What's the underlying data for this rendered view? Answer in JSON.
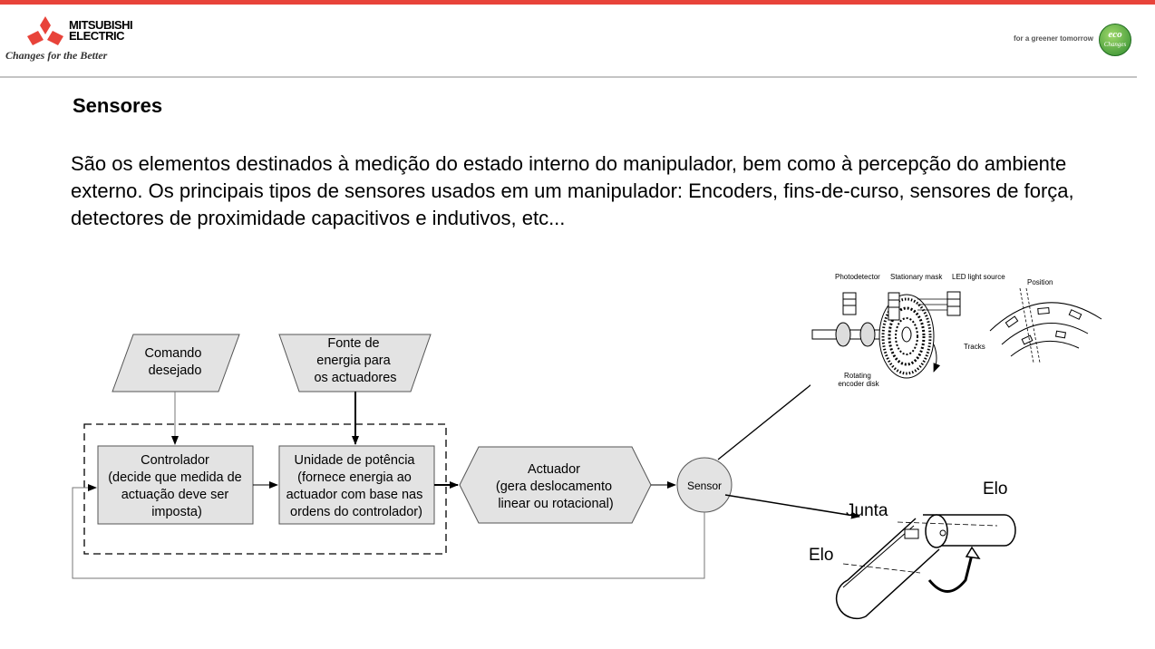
{
  "header": {
    "brand_line1": "MITSUBISHI",
    "brand_line2": "ELECTRIC",
    "tagline": "Changes for the Better",
    "eco_slogan": "for a greener tomorrow",
    "eco_badge_line1": "eco",
    "eco_badge_line2": "Changes"
  },
  "slide": {
    "title": "Sensores",
    "body": "São os elementos destinados à medição do estado interno do manipulador, bem como à percepção do ambiente externo. Os principais tipos de sensores usados em um manipulador: Encoders, fins-de-curso, sensores de força, detectores de proximidade capacitivos e indutivos, etc..."
  },
  "diagram": {
    "comando": [
      "Comando",
      "desejado"
    ],
    "fonte": [
      "Fonte de",
      "energia para",
      "os actuadores"
    ],
    "controlador": [
      "Controlador",
      "(decide que medida de",
      "actuação deve ser",
      "imposta)"
    ],
    "unidade": [
      "Unidade de potência",
      "(fornece energia ao",
      "actuador com base nas",
      "ordens do controlador)"
    ],
    "actuador": [
      "Actuador",
      "(gera deslocamento",
      "linear ou rotacional)"
    ],
    "sensor": "Sensor"
  },
  "encoder": {
    "photodetector": "Photodetector",
    "stationary_mask": "Stationary mask",
    "led_source": "LED light source",
    "position": "Position",
    "tracks": "Tracks",
    "rotating_1": "Rotating",
    "rotating_2": "encoder disk"
  },
  "joint": {
    "elo_right": "Elo",
    "junta": "Junta",
    "elo_left": "Elo"
  }
}
